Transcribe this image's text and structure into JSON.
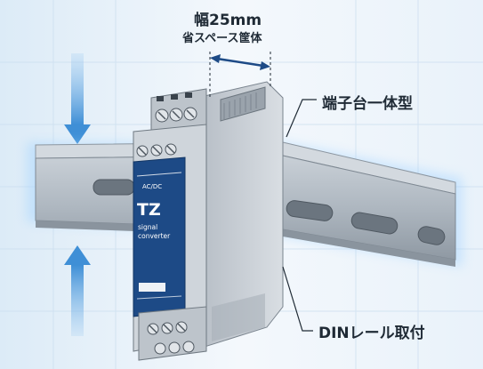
{
  "callouts": {
    "width_mm": "幅25mm",
    "width_desc": "省スペース筐体",
    "terminal": "端子台一体型",
    "din_mount": "DINレール取付"
  },
  "module": {
    "model": "TZ",
    "desc_line1": "signal",
    "desc_line2": "converter",
    "power": "AC/DC"
  },
  "colors": {
    "panel_blue": "#1d4a86",
    "arrow_blue": "#3f8fd6",
    "housing_gray": "#c7cdd4",
    "rail_gray": "#a9b2bb"
  }
}
